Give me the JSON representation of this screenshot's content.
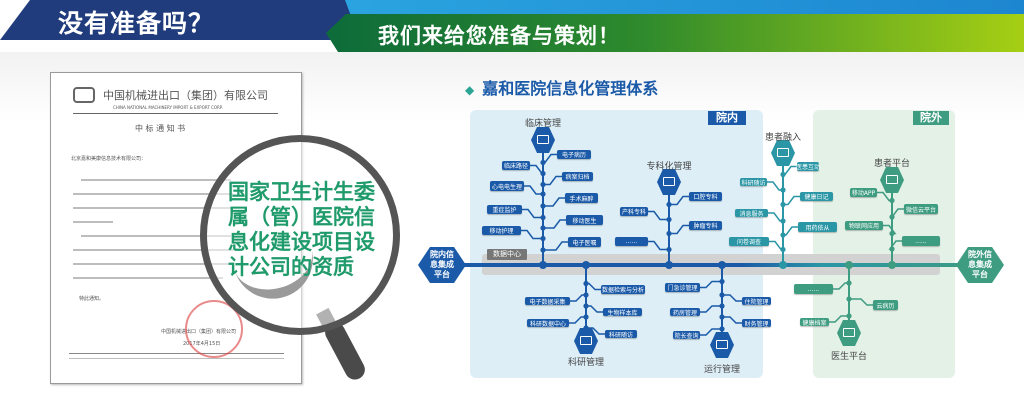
{
  "header": {
    "left_title": "没有准备吗？",
    "right_title": "我们来给您准备与策划！"
  },
  "document": {
    "company": "中国机械进出口（集团）有限公司",
    "company_en": "CHINA NATIONAL MACHINERY IMPORT & EXPORT CORP.",
    "title": "中 标 通 知 书",
    "addressee": "北京嘉和美康信息技术有限公司：",
    "closing": "特此通知。",
    "signer": "中国机械进出口（集团）有限公司",
    "date": "2017年4月15日"
  },
  "lens_text": "国家卫生计生委属（管）医院信息化建设项目设计公司的资质",
  "diagram": {
    "title": "嘉和医院信息化管理体系",
    "inner_tag": "院内",
    "outer_tag": "院外",
    "data_center": "数据中心",
    "left_platform": "院内信息集成平台",
    "right_platform": "院外信息集成平台",
    "colors": {
      "inner": "#1a5aa8",
      "patient": "#2a96a6",
      "outer": "#3e9c80"
    },
    "groups": [
      {
        "name": "临床管理",
        "items": [
          "电子病历",
          "临床路径",
          "病案归档",
          "心电电生理",
          "手术麻醉",
          "重症监护",
          "移动医生",
          "移动护理",
          "电子医嘱"
        ]
      },
      {
        "name": "专科化管理",
        "items": [
          "口腔专科",
          "产科专科",
          "肿瘤专科",
          "......"
        ]
      },
      {
        "name": "患者融入",
        "items": [
          "医患互动",
          "科研随访",
          "健康日记",
          "消息服务",
          "用药依从",
          "问卷调查"
        ]
      },
      {
        "name": "患者平台",
        "items": [
          "移动APP",
          "微信云平台",
          "物联网应用",
          "......"
        ]
      },
      {
        "name": "科研管理",
        "items": [
          "数据检索与分析",
          "电子数据采集",
          "生物样本库",
          "科研数据中心",
          "科研随访"
        ]
      },
      {
        "name": "运行管理",
        "items": [
          "门急诊管理",
          "住院管理",
          "药房管理",
          "财务管理",
          "院长查询"
        ]
      },
      {
        "name": "医生平台",
        "items": [
          "......",
          "云病历",
          "健康档案"
        ]
      }
    ]
  }
}
